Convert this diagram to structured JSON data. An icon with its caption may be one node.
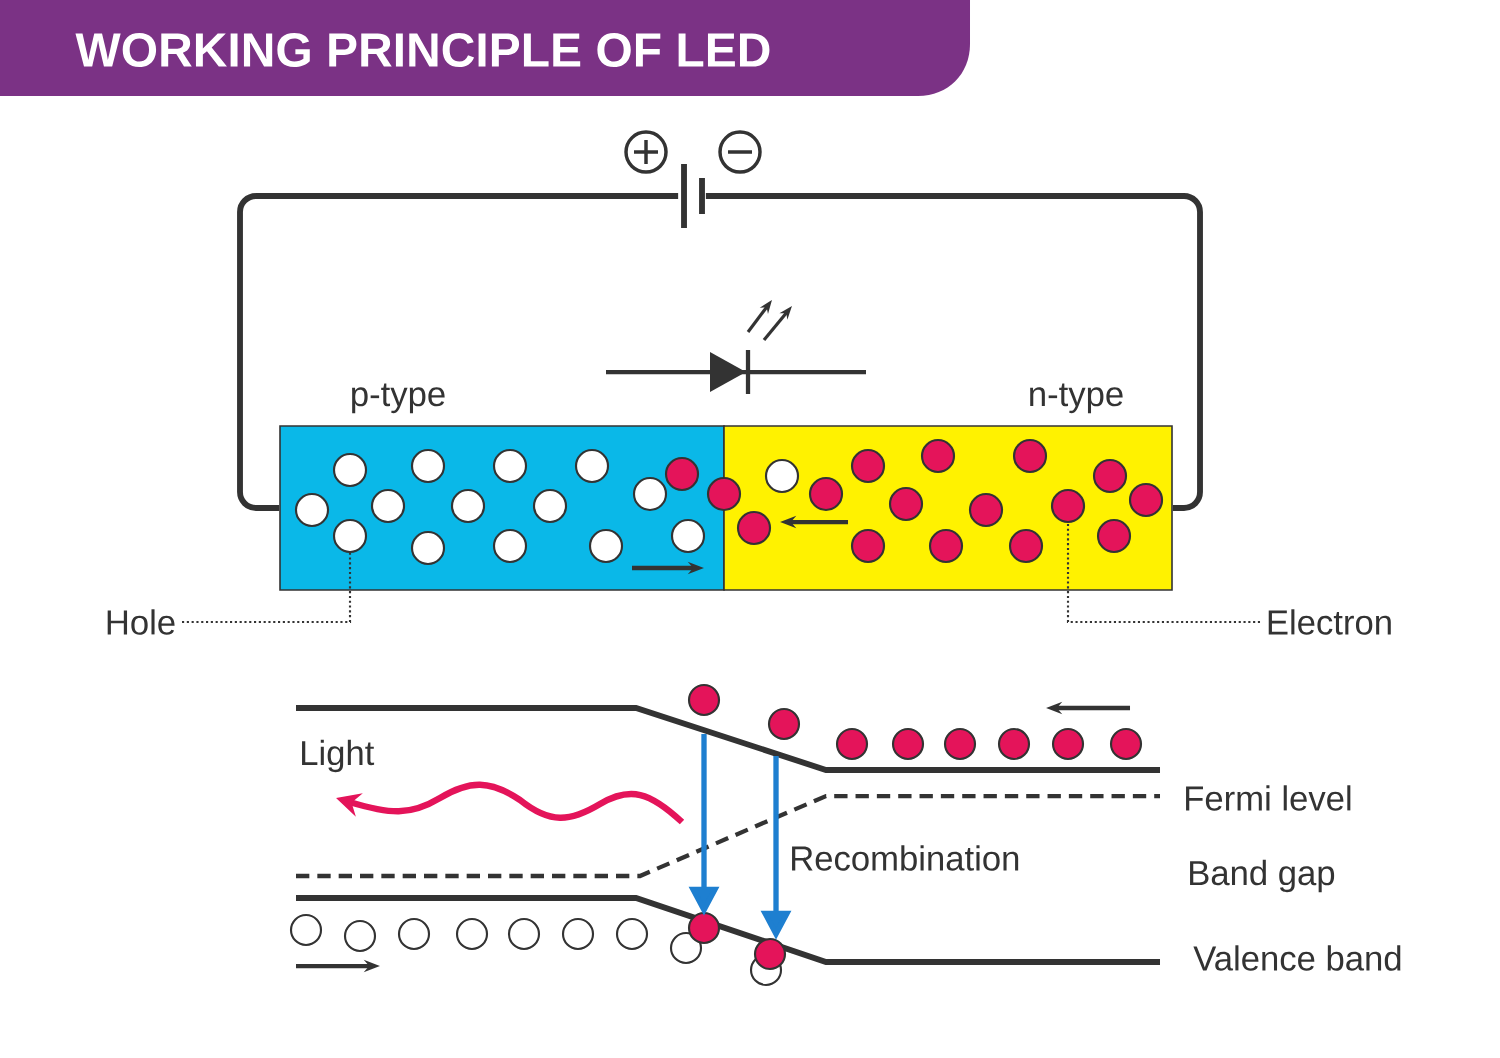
{
  "diagram": {
    "title": "WORKING PRINCIPLE OF LED",
    "nodes": [
      {
        "text": [
          "p-type"
        ]
      },
      {
        "text": [
          "n-type"
        ]
      },
      {
        "text": [
          "Hole"
        ]
      },
      {
        "text": [
          "Electron"
        ]
      },
      {
        "text": [],
        "shape": "battery"
      },
      {
        "text": [],
        "shape": "circle",
        "in": 0
      },
      {
        "text": [],
        "shape": "circle",
        "in": 0
      },
      {
        "text": [],
        "shape": "circle",
        "in": 0
      },
      {
        "text": [],
        "shape": "circle",
        "in": 0
      },
      {
        "text": [],
        "shape": "circle",
        "in": 0
      },
      {
        "text": [],
        "shape": "circle",
        "in": 0
      },
      {
        "text": [],
        "shape": "circle",
        "in": 0
      },
      {
        "text": [],
        "shape": "circle",
        "in": 0
      },
      {
        "text": [],
        "shape": "circle",
        "in": 0
      },
      {
        "text": [],
        "shape": "circle",
        "in": 0
      },
      {
        "text": [],
        "shape": "circle",
        "in": 0
      },
      {
        "text": [],
        "shape": "circle",
        "in": 0
      },
      {
        "text": [],
        "shape": "circle",
        "in": 0
      },
      {
        "text": [],
        "shape": "circle",
        "in": 0
      },
      {
        "text": [],
        "shape": "circle",
        "in": 0
      },
      {
        "text": [],
        "shape": "circle",
        "in": 1
      },
      {
        "text": [],
        "shape": "circle",
        "in": 1
      },
      {
        "text": [],
        "shape": "circle",
        "in": 1
      },
      {
        "text": [],
        "shape": "circle",
        "in": 1
      },
      {
        "text": [],
        "shape": "circle",
        "in": 1
      },
      {
        "text": [],
        "shape": "circle",
        "in": 1
      },
      {
        "text": [],
        "shape": "circle",
        "in": 1
      },
      {
        "text": [],
        "shape": "circle",
        "in": 1
      },
      {
        "text": [],
        "shape": "circle",
        "in": 1
      },
      {
        "text": [],
        "shape": "circle",
        "in": 1
      },
      {
        "text": [],
        "shape": "circle",
        "in": 1
      },
      {
        "text": [],
        "shape": "circle",
        "in": 1
      },
      {
        "text": [],
        "shape": "circle",
        "in": 1
      },
      {
        "text": [],
        "shape": "circle",
        "in": 1
      },
      {
        "text": [],
        "shape": "circle",
        "in": 1
      },
      {
        "text": [],
        "shape": "circle",
        "in": 1
      }
    ],
    "edges": [
      {
        "from": 2,
        "to": 7,
        "arrow": "none",
        "style": "dashed"
      },
      {
        "from": 3,
        "to": 32,
        "arrow": "none",
        "style": "dashed"
      },
      {
        "from": 4,
        "to": 0,
        "arrow": "none",
        "style": "thick"
      },
      {
        "from": 4,
        "to": 1,
        "arrow": "none",
        "style": "thick"
      }
    ],
    "labels": [
      "Light",
      "Recombination",
      "Fermi level",
      "Band gap",
      "Valence band"
    ]
  }
}
